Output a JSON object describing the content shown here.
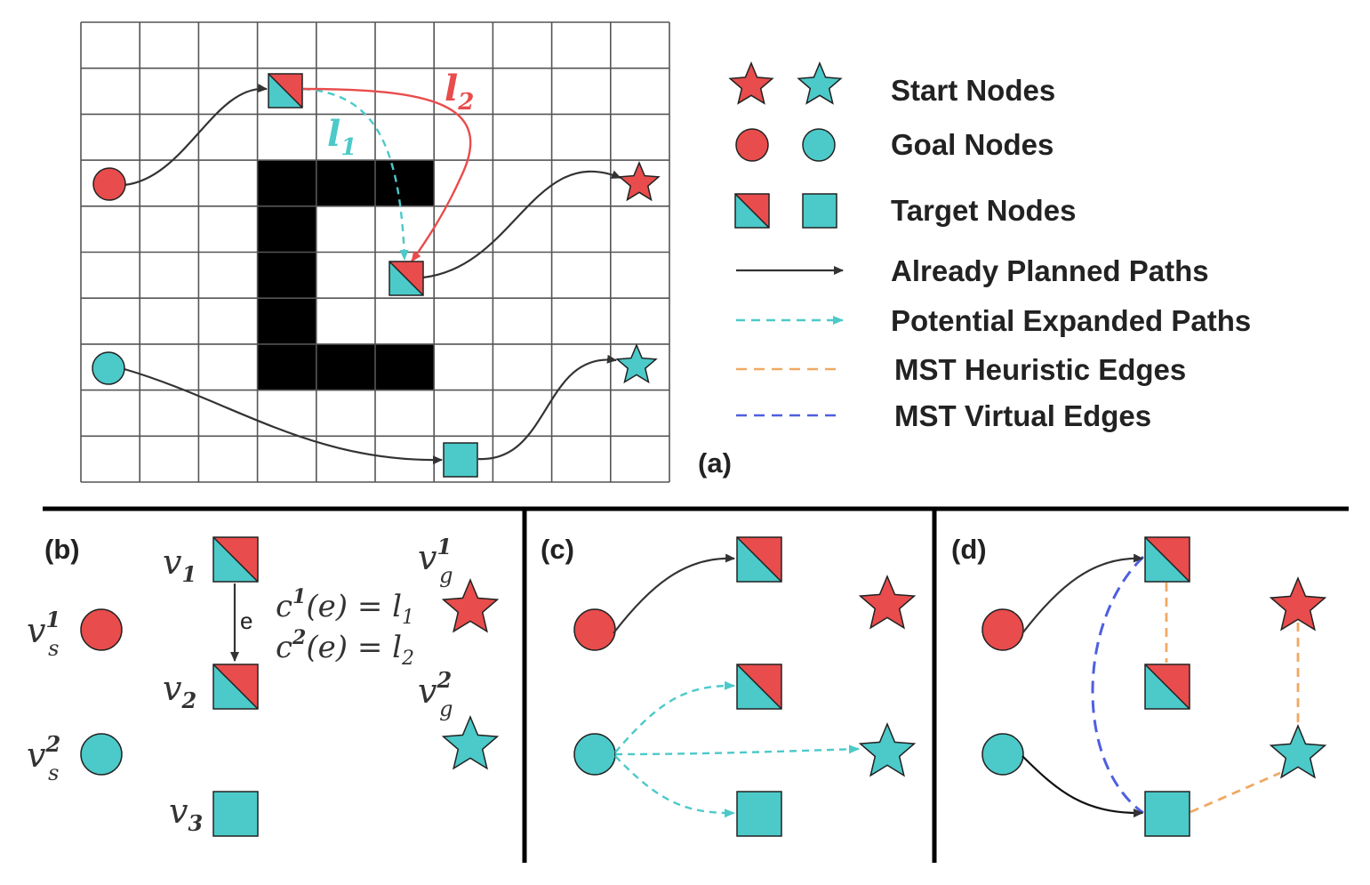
{
  "colors": {
    "red": "#e84c4c",
    "cyan": "#4cc9c9",
    "obstacle": "#000000",
    "grid": "#555555",
    "path": "#333333",
    "mst_heuristic": "#f0a964",
    "mst_virtual": "#4e5fe0",
    "l1_color": "#4cc9c9",
    "l2_color": "#e84c4c"
  },
  "panel_a": {
    "label": "(a)",
    "grid": {
      "rows": 10,
      "cols": 10,
      "obstacle_cells": [
        [
          3,
          3
        ],
        [
          3,
          4
        ],
        [
          3,
          5
        ],
        [
          4,
          3
        ],
        [
          5,
          3
        ],
        [
          6,
          3
        ],
        [
          7,
          3
        ],
        [
          7,
          4
        ],
        [
          7,
          5
        ]
      ]
    },
    "path_labels": {
      "l1": "l",
      "l1_sub": "1",
      "l2": "l",
      "l2_sub": "2"
    },
    "legend": [
      {
        "icon": "star-pair",
        "label": "Start Nodes"
      },
      {
        "icon": "circle-pair",
        "label": "Goal Nodes"
      },
      {
        "icon": "square-pair",
        "label": "Target Nodes"
      },
      {
        "icon": "solid-arrow",
        "label": "Already Planned Paths"
      },
      {
        "icon": "dashed-cyan-arrow",
        "label": "Potential Expanded Paths"
      },
      {
        "icon": "dashed-orange-line",
        "label": "MST Heuristic Edges"
      },
      {
        "icon": "dashed-blue-line",
        "label": "MST Virtual Edges"
      }
    ]
  },
  "panel_b": {
    "label": "(b)",
    "v1": "v",
    "v1_sub": "1",
    "v2": "v",
    "v2_sub": "2",
    "v3": "v",
    "v3_sub": "3",
    "vs1": "v",
    "vs1_sup": "1",
    "vs1_sub": "s",
    "vs2": "v",
    "vs2_sup": "2",
    "vs2_sub": "s",
    "vg1": "v",
    "vg1_sup": "1",
    "vg1_sub": "g",
    "vg2": "v",
    "vg2_sup": "2",
    "vg2_sub": "g",
    "edge_label": "e",
    "cost1": "c",
    "cost1_sup": "1",
    "cost1_rest": "(e) = ",
    "cost1_l": "l",
    "cost1_lsub": "1",
    "cost2": "c",
    "cost2_sup": "2",
    "cost2_rest": "(e) = ",
    "cost2_l": "l",
    "cost2_lsub": "2"
  },
  "panel_c": {
    "label": "(c)"
  },
  "panel_d": {
    "label": "(d)"
  }
}
